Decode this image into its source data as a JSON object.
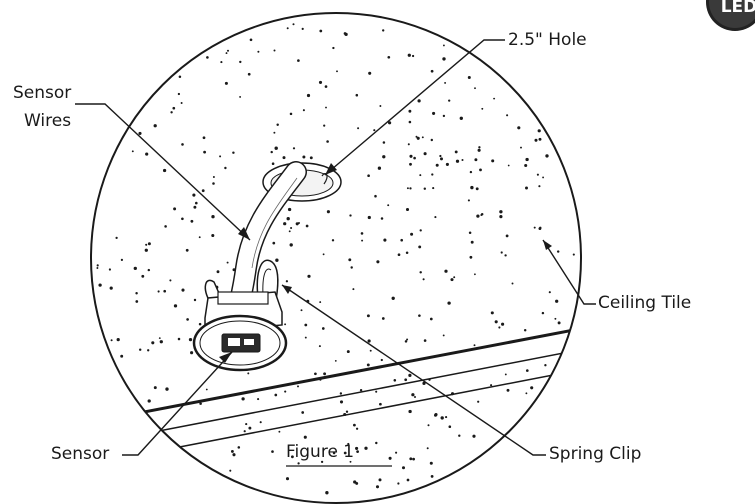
{
  "labels": {
    "hole": "2.5\" Hole",
    "sensor_wires_line1": "Sensor",
    "sensor_wires_line2": "Wires",
    "ceiling_tile": "Ceiling Tile",
    "sensor": "Sensor",
    "spring_clip": "Spring Clip",
    "figure": "Figure 1"
  },
  "logo": {
    "text": "LED"
  },
  "colors": {
    "line": "#1a1a1a",
    "background": "#ffffff",
    "logo_fill": "#222222"
  }
}
